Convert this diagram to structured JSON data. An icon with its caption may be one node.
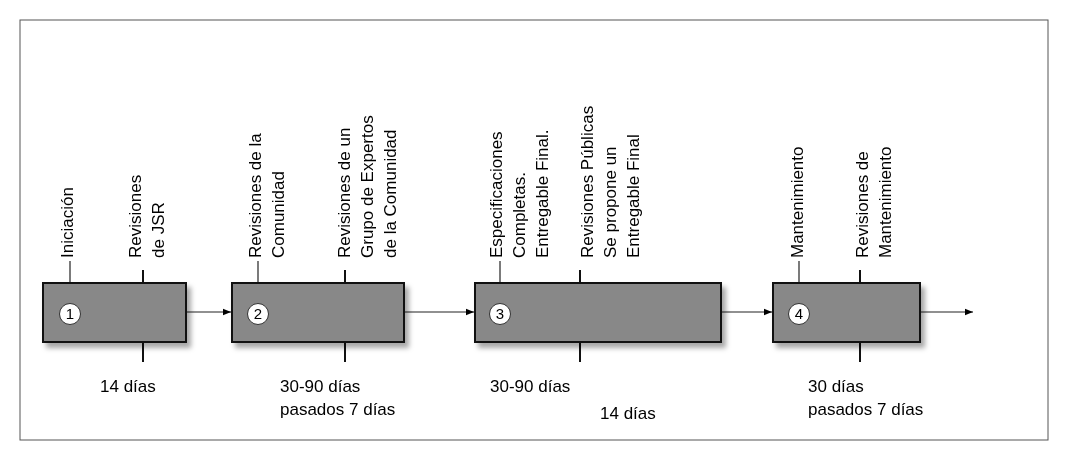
{
  "diagram": {
    "nodes": [
      {
        "text": [],
        "shape": "box"
      },
      {
        "text": [
          "1"
        ],
        "in": 0
      },
      {
        "text": [],
        "shape": "box"
      },
      {
        "text": [
          "2"
        ],
        "in": 2
      },
      {
        "text": [],
        "shape": "box"
      },
      {
        "text": [
          "3"
        ],
        "in": 4
      },
      {
        "text": [],
        "shape": "box"
      },
      {
        "text": [
          "4"
        ],
        "in": 6
      },
      {
        "text": [
          "Iniciación"
        ]
      },
      {
        "text": [
          "Revisiones de la Comunidad"
        ]
      },
      {
        "text": [
          "Especificaciones Completas. Entregable Final."
        ]
      },
      {
        "text": [
          "Mantenimiento"
        ]
      }
    ],
    "edges": [
      {
        "from": 0,
        "to": 2,
        "arrow": "to"
      },
      {
        "from": 2,
        "to": 4,
        "arrow": "to"
      },
      {
        "from": 4,
        "to": 6,
        "arrow": "to"
      },
      {
        "from": 6,
        "to": null,
        "arrow": "to"
      },
      {
        "from": 8,
        "to": 1,
        "arrow": "none"
      },
      {
        "from": 9,
        "to": 3,
        "arrow": "none"
      },
      {
        "from": 10,
        "to": 5,
        "arrow": "none"
      },
      {
        "from": 11,
        "to": 7,
        "arrow": "none"
      }
    ],
    "labels": [
      "Revisiones de JSR",
      "14 días",
      "Revisiones de un Grupo de Expertos de la Comunidad",
      "30-90 días pasados 7 días",
      "30-90 días",
      "Revisiones Públicas Se propone un Entregable Final",
      "14 días",
      "Revisiones de Mantenimiento",
      "30 días pasados 7 días"
    ]
  }
}
